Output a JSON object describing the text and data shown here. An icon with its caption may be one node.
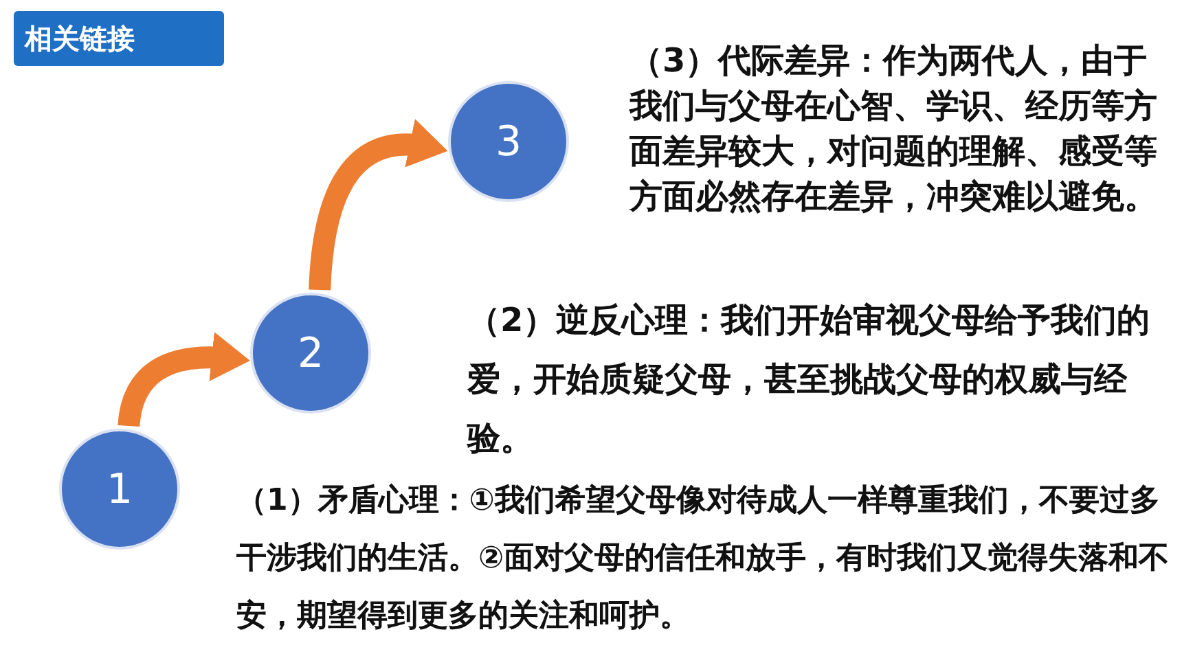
{
  "diagram": {
    "title": "相关链接",
    "nodes": [
      {
        "text": [
          "1"
        ]
      },
      {
        "text": [
          "2"
        ]
      },
      {
        "text": [
          "3"
        ]
      }
    ],
    "edges": [
      {
        "from": 0,
        "to": 1,
        "arrow": "to"
      },
      {
        "from": 1,
        "to": 2,
        "arrow": "to"
      }
    ],
    "labels": [
      "（3）代际差异：作为两代人，由于我们与父母在心智、学识、经历等方面差异较大，对问题的理解、感受等方面必然存在差异，冲突难以避免。",
      "（2）逆反心理：我们开始审视父母给予我们的爱，开始质疑父母，甚至挑战父母的权威与经验。",
      "（1）矛盾心理：①我们希望父母像对待成人一样尊重我们，不要过多干涉我们的生活。②面对父母的信任和放手，有时我们又觉得失落和不安，期望得到更多的关注和呵护。"
    ]
  }
}
